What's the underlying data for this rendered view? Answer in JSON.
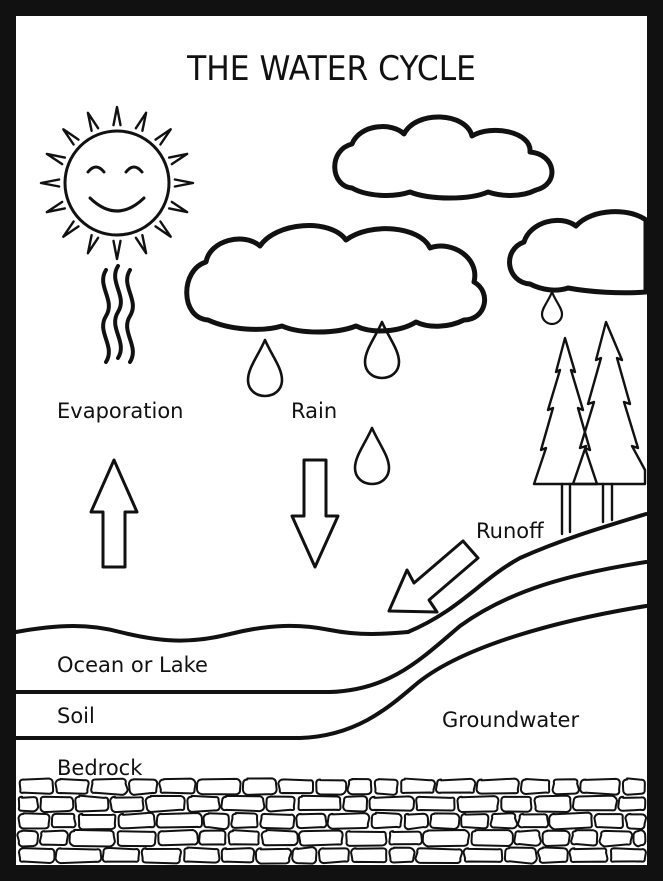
{
  "title": "THE WATER CYCLE",
  "labels": {
    "evaporation": "Evaporation",
    "rain": "Rain",
    "runoff": "Runoff",
    "ocean": "Ocean or Lake",
    "soil": "Soil",
    "groundwater": "Groundwater",
    "bedrock": "Bedrock"
  },
  "colors": {
    "ink": "#111111",
    "paper": "#ffffff"
  },
  "icons": [
    "sun-icon",
    "cloud-icon",
    "raindrop-icon",
    "tree-icon",
    "heat-wave-icon",
    "arrow-up-icon",
    "arrow-down-icon",
    "arrow-diagonal-icon",
    "stone-wall-icon"
  ]
}
